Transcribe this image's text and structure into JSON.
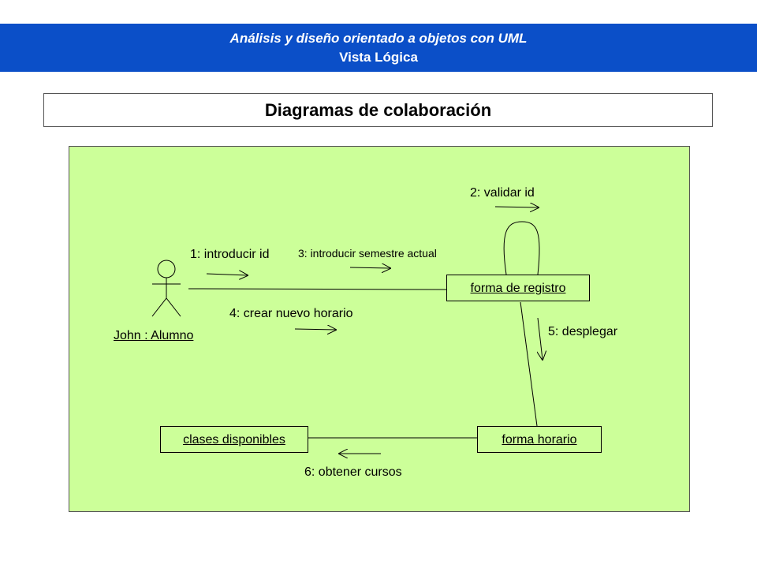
{
  "header": {
    "line1": "Análisis y diseño orientado a objetos con UML",
    "line2": "Vista Lógica"
  },
  "title": "Diagramas de colaboración",
  "diagram": {
    "actor": {
      "label": "John : Alumno"
    },
    "objects": {
      "forma_registro": "forma de registro",
      "forma_horario": "forma horario",
      "clases_disponibles": "clases disponibles"
    },
    "messages": [
      {
        "label": "1: introducir id"
      },
      {
        "label": "2: validar id"
      },
      {
        "label": "3: introducir semestre actual"
      },
      {
        "label": "4: crear nuevo horario"
      },
      {
        "label": "5: desplegar"
      },
      {
        "label": "6: obtener cursos"
      }
    ]
  },
  "colors": {
    "banner": "#0b4fc8",
    "panel": "#ccff99"
  }
}
